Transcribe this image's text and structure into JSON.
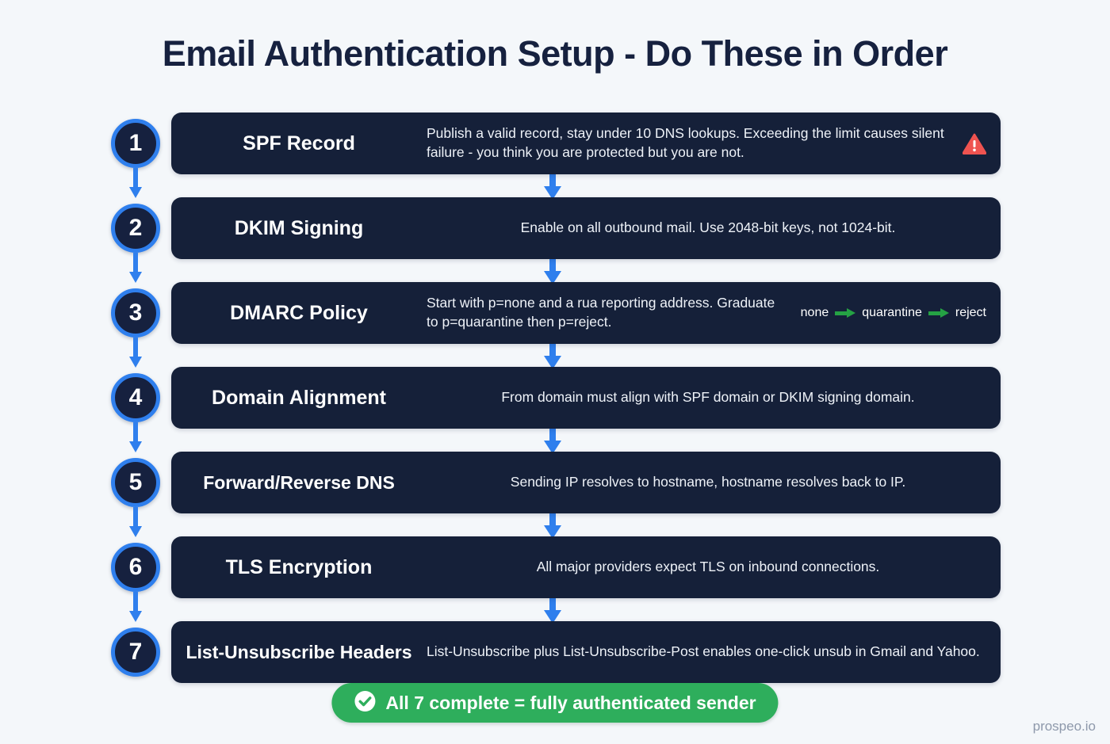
{
  "title": "Email Authentication Setup - Do These in Order",
  "colors": {
    "background": "#f4f7fa",
    "card": "#152039",
    "accent_blue": "#2f7fed",
    "title_navy": "#16213f",
    "success_green": "#2eae5c",
    "arrow_green": "#25a244",
    "warning_red": "#ef5350"
  },
  "steps": [
    {
      "number": "1",
      "title": "SPF Record",
      "description": "Publish a valid record, stay under 10 DNS lookups. Exceeding the limit causes silent failure - you think you are protected but you are not.",
      "icon": "warning-triangle-icon"
    },
    {
      "number": "2",
      "title": "DKIM Signing",
      "description": "Enable on all outbound mail. Use 2048-bit keys, not 1024-bit."
    },
    {
      "number": "3",
      "title": "DMARC Policy",
      "description": "Start with p=none and a rua reporting address. Graduate to p=quarantine then p=reject.",
      "chip": {
        "step1": "none",
        "step2": "quarantine",
        "step3": "reject"
      }
    },
    {
      "number": "4",
      "title": "Domain Alignment",
      "description": "From domain must align with SPF domain or DKIM signing domain."
    },
    {
      "number": "5",
      "title": "Forward/Reverse DNS",
      "description": "Sending IP resolves to hostname, hostname resolves back to IP."
    },
    {
      "number": "6",
      "title": "TLS Encryption",
      "description": "All major providers expect TLS on inbound connections."
    },
    {
      "number": "7",
      "title": "List-Unsubscribe Headers",
      "description": "List-Unsubscribe plus List-Unsubscribe-Post enables one-click unsub in Gmail and Yahoo."
    }
  ],
  "footer": {
    "icon": "check-circle-icon",
    "label": "All 7 complete = fully authenticated sender"
  },
  "watermark": "prospeo.io"
}
